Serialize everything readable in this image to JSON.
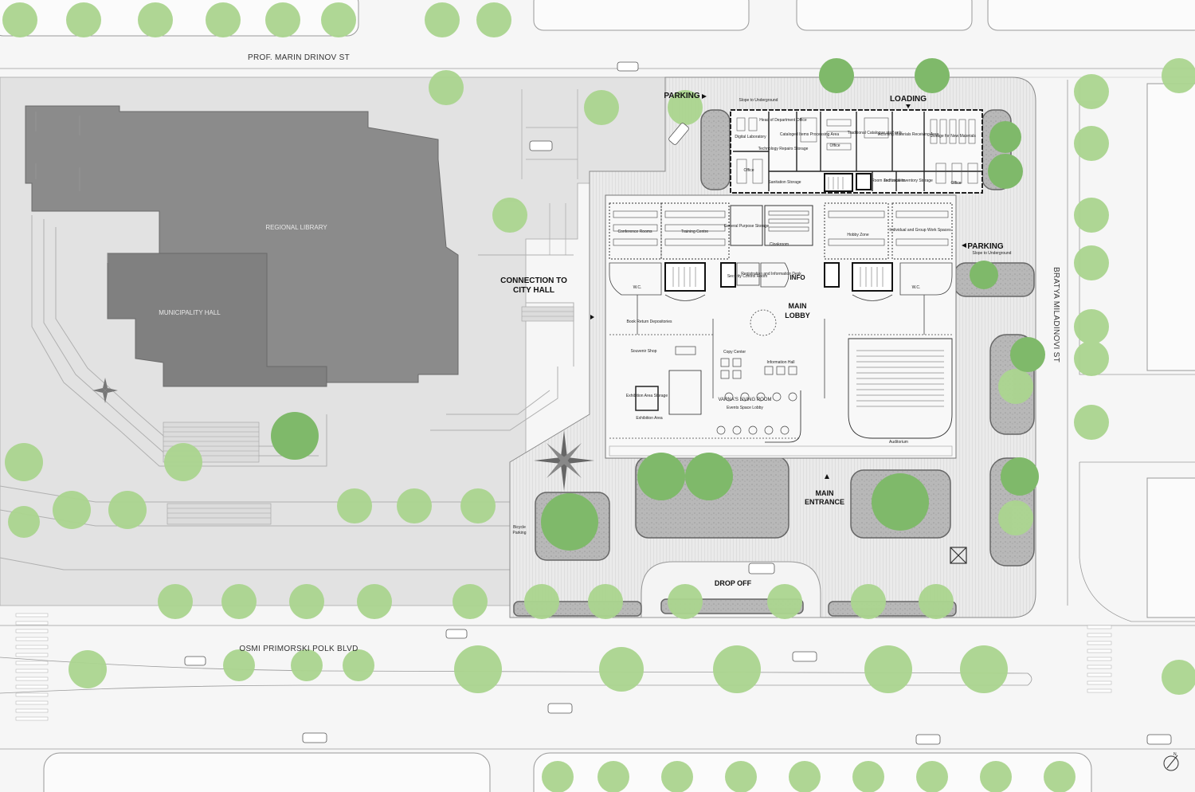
{
  "streets": {
    "north": "PROF. MARIN DRINOV ST",
    "south": "OSMI PRIMORSKI POLK BLVD",
    "east": "BRATYA MILADINOVI ST"
  },
  "buildings": {
    "regional_library": "REGIONAL LIBRARY",
    "municipality_hall": "MUNICIPALITY HALL"
  },
  "labels": {
    "parking_north": "PARKING",
    "parking_east": "PARKING",
    "loading": "LOADING",
    "slope_north": "Slope to Underground",
    "slope_east": "Slope to Underground",
    "connection_line1": "CONNECTION TO",
    "connection_line2": "CITY HALL",
    "info": "INFO",
    "main_lobby_line1": "MAIN",
    "main_lobby_line2": "LOBBY",
    "main_entrance_line1": "MAIN",
    "main_entrance_line2": "ENTRANCE",
    "drop_off": "DROP OFF",
    "bicycle_line1": "Bicycle",
    "bicycle_line2": "Parking"
  },
  "rooms": {
    "digital_lab": "Digital Laboratory",
    "office_1": "Office",
    "head_of_dept": "Head of Department Office",
    "tech_repairs": "Technology Repairs Storage",
    "cataloged_items": "Cataloged Items Processing Area",
    "office_2": "Office",
    "sanitation": "Sanitation Storage",
    "traditional_catalogue": "Traditional Catalogue staff only",
    "incoming_materials": "Incoming Materials Receiving Area",
    "storage_new": "Storage for New Materials",
    "office_3": "Office",
    "cloak_room": "Cloak Room and Lockers",
    "technical_inventory": "Technical Inventory Storage",
    "conference": "Conference Rooms",
    "training": "Training Centre",
    "general_storage": "General Purpose Storage",
    "cloakroom": "Cloakroom",
    "hobby": "Hobby Zone",
    "group_work": "Individual and Group Work Spaces",
    "wc_1": "W.C.",
    "wc_2": "W.C.",
    "security": "Security Control Room",
    "registration": "Registration and Information Desk",
    "book_return": "Book Return Depositories",
    "souvenir": "Souvenir Shop",
    "copy_center": "Copy Center",
    "info_hall": "Information Hall",
    "exhibition_storage": "Exhibition Area Storage",
    "exhibition_area": "Exhibition Area",
    "living_room": "VARNA'S LIVING ROOM",
    "events_lobby": "Events Space Lobby",
    "auditorium": "Auditorium"
  },
  "colors": {
    "building_dark": "#8a8a8a",
    "plaza": "#e3e3e3",
    "tree": "#a9d38d",
    "tree_dark": "#6fae5a",
    "planter": "#9a9a9a"
  }
}
